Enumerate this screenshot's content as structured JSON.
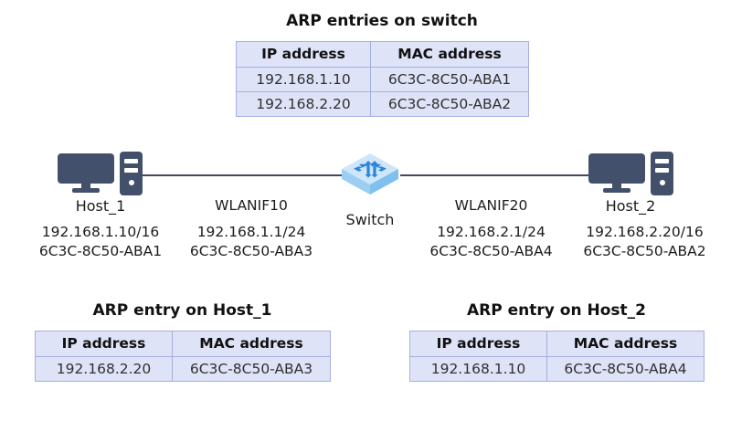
{
  "diagram": {
    "type": "network-topology",
    "colors": {
      "table_fill": "#dfe3f8",
      "table_border": "#a5aee0",
      "device": "#43506b",
      "switch_top": "#cfe5fa",
      "switch_front": "#9ccdf2",
      "switch_side": "#7fc0ee",
      "switch_arrow": "#2a86d8",
      "link": "#414a5c",
      "text": "#1c1c1c"
    }
  },
  "tables": {
    "switch": {
      "title": "ARP entries on switch",
      "columns": [
        "IP address",
        "MAC address"
      ],
      "rows": [
        [
          "192.168.1.10",
          "6C3C-8C50-ABA1"
        ],
        [
          "192.168.2.20",
          "6C3C-8C50-ABA2"
        ]
      ]
    },
    "host1": {
      "title": "ARP entry on Host_1",
      "columns": [
        "IP address",
        "MAC address"
      ],
      "rows": [
        [
          "192.168.2.20",
          "6C3C-8C50-ABA3"
        ]
      ]
    },
    "host2": {
      "title": "ARP entry on Host_2",
      "columns": [
        "IP address",
        "MAC address"
      ],
      "rows": [
        [
          "192.168.1.10",
          "6C3C-8C50-ABA4"
        ]
      ]
    }
  },
  "topology": {
    "nodes": {
      "host1": {
        "name": "Host_1",
        "icon": "desktop-computer-icon",
        "ip": "192.168.1.10/16",
        "mac": "6C3C-8C50-ABA1"
      },
      "switch": {
        "name": "Switch",
        "icon": "switch-icon"
      },
      "host2": {
        "name": "Host_2",
        "icon": "desktop-computer-icon",
        "ip": "192.168.2.20/16",
        "mac": "6C3C-8C50-ABA2"
      }
    },
    "interfaces": {
      "wlanif10": {
        "name": "WLANIF10",
        "ip": "192.168.1.1/24",
        "mac": "6C3C-8C50-ABA3"
      },
      "wlanif20": {
        "name": "WLANIF20",
        "ip": "192.168.2.1/24",
        "mac": "6C3C-8C50-ABA4"
      }
    },
    "links": [
      {
        "from": "host1",
        "to": "switch"
      },
      {
        "from": "switch",
        "to": "host2"
      }
    ]
  }
}
